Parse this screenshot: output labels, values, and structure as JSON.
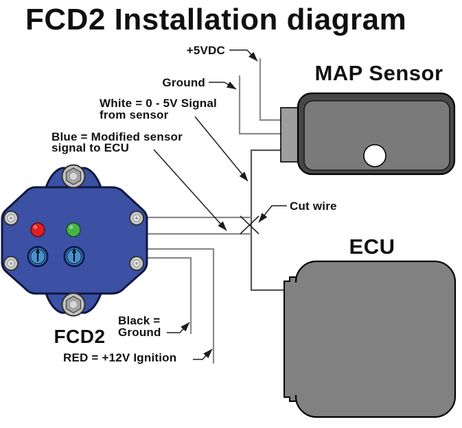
{
  "title": "FCD2 Installation diagram",
  "devices": {
    "fcd2": {
      "label": "FCD2"
    },
    "map_sensor": {
      "label": "MAP Sensor"
    },
    "ecu": {
      "label": "ECU"
    }
  },
  "labels": {
    "plus_5vdc": "+5VDC",
    "sensor_ground": "Ground",
    "white_wire_line1": "White = 0 - 5V Signal",
    "white_wire_line2": "from sensor",
    "blue_wire_line1": "Blue = Modified sensor",
    "blue_wire_line2": "signal to ECU",
    "cut_wire": "Cut wire",
    "black_wire_line1": "Black =",
    "black_wire_line2": "Ground",
    "red_wire": "RED = +12V Ignition"
  },
  "colors": {
    "fcd2_body_blue": "#3c50a4",
    "fcd2_outline_navy": "#10173f",
    "led_red": "#dd1f1f",
    "led_green": "#46b549",
    "dial_blue": "#4792cb",
    "map_sensor_dark_gray": "#474747",
    "map_sensor_face_gray": "#7a7a7a",
    "connector_gray": "#9e9e9e",
    "ecu_gray": "#818181",
    "wire_gray": "#8a8a8a",
    "wire_dark": "#575757",
    "text_black": "#101010"
  }
}
